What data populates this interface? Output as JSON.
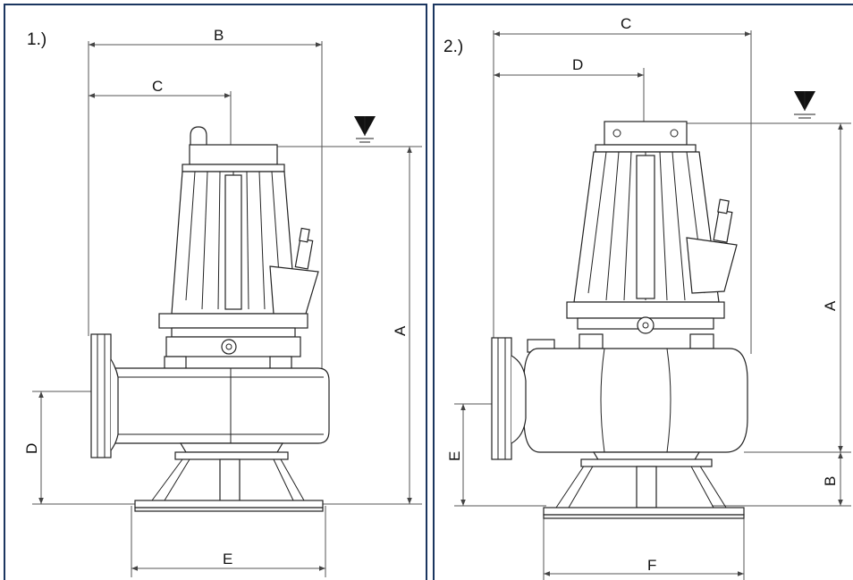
{
  "panels": [
    {
      "label": "1.)",
      "dims": {
        "A": "A",
        "B": "B",
        "C": "C",
        "D": "D",
        "E": "E"
      }
    },
    {
      "label": "2.)",
      "dims": {
        "A": "A",
        "B": "B",
        "C": "C",
        "D": "D",
        "E": "E",
        "F": "F"
      }
    }
  ],
  "icons": [
    "water-level-icon"
  ],
  "colors": {
    "frame": "#1b3660",
    "line": "#222222"
  }
}
